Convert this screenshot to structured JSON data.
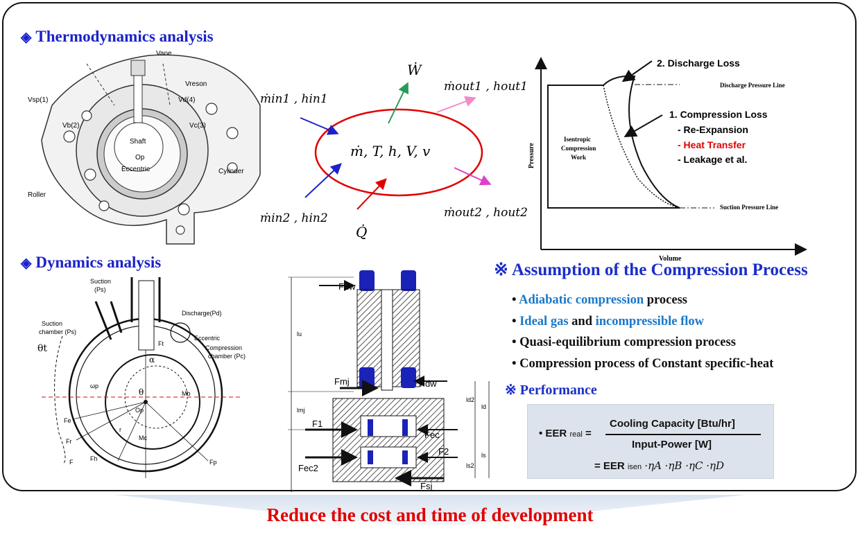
{
  "sections": {
    "thermo_title": "Thermodynamics analysis",
    "dynamics_title": "Dynamics analysis",
    "assumption_title": "※ Assumption of the Compression Process",
    "performance_title": "※ Performance"
  },
  "compressor_labels": {
    "vane": "Vane",
    "vreson": "Vreson",
    "vsp": "Vsp(1)",
    "vd": "Vd(4)",
    "vb": "Vb(2)",
    "vc": "Vc(3)",
    "shaft": "Shaft",
    "op": "Op",
    "eccentric": "Eccentric",
    "cylinder": "Cylinder",
    "roller": "Roller"
  },
  "control_volume": {
    "center": "ṁ, T, h, V, v",
    "work": "Ẇ",
    "heat": "Q̇",
    "in1": "ṁin1 , hin1",
    "in2": "ṁin2 , hin2",
    "out1": "ṁout1 , hout1",
    "out2": "ṁout2 , hout2",
    "colors": {
      "ellipse": "#e00000",
      "in": "#1a22c8",
      "out": "#e040c8",
      "out1": "#f08cc8",
      "work": "#2a9a5a",
      "heat": "#e00000"
    }
  },
  "pv_diagram": {
    "ylabel": "Pressure",
    "xlabel": "Volume",
    "discharge_loss": "2. Discharge Loss",
    "discharge_line": "Discharge Pressure Line",
    "compression_loss": "1. Compression Loss",
    "re_expansion": "- Re-Expansion",
    "heat_transfer": "- Heat Transfer",
    "leakage": "- Leakage et al.",
    "isentropic_1": "Isentropic",
    "isentropic_2": "Compression",
    "isentropic_3": "Work",
    "suction_line": "Suction Pressure Line"
  },
  "dynamics_labels": {
    "suction": "Suction",
    "ps": "(Ps)",
    "discharge": "Discharge(Pd)",
    "suction_chamber_1": "Suction",
    "suction_chamber_2": "chamber (Ps)",
    "eccentric": "Eccentric",
    "compression_chamber_1": "Compression",
    "compression_chamber_2": "chamber (Pc)",
    "theta_t": "θt",
    "alpha": "α",
    "theta": "θ",
    "op": "Op",
    "mb": "Mb",
    "mc": "Mc",
    "fe": "Fe",
    "fr": "Fr",
    "f": "F",
    "fh": "Fh",
    "ft": "Ft",
    "fp": "Fp",
    "wp": "ωp",
    "r": "r"
  },
  "shaft_labels": {
    "fuw": "Fuw",
    "fmj": "Fmj",
    "fdw": "Fdw",
    "f1": "F1",
    "fec": "Fec",
    "f2": "F2",
    "fec2": "Fec2",
    "fsj": "Fsj",
    "lu": "lu",
    "lmj": "lmj",
    "ld2": "ld2",
    "ld": "ld",
    "ls": "ls",
    "ls2": "ls2"
  },
  "assumptions": {
    "a1_blue": "Adiabatic compression",
    "a1_rest": " process",
    "a2_blue1": "Ideal gas",
    "a2_mid": " and ",
    "a2_blue2": "incompressible flow",
    "a3": "Quasi-equilibrium  compression process",
    "a4": "Compression process of Constant specific-heat"
  },
  "eer": {
    "label": "• EER",
    "sub_real": "real",
    "eq": " =",
    "numerator": "Cooling Capacity [Btu/hr]",
    "denominator": "Input-Power [W]",
    "line2_prefix": "= EER",
    "sub_isen": "isen",
    "line2_terms": "·ηA ·ηB ·ηC ·ηD"
  },
  "bottom_text": "Reduce the cost and time of development"
}
